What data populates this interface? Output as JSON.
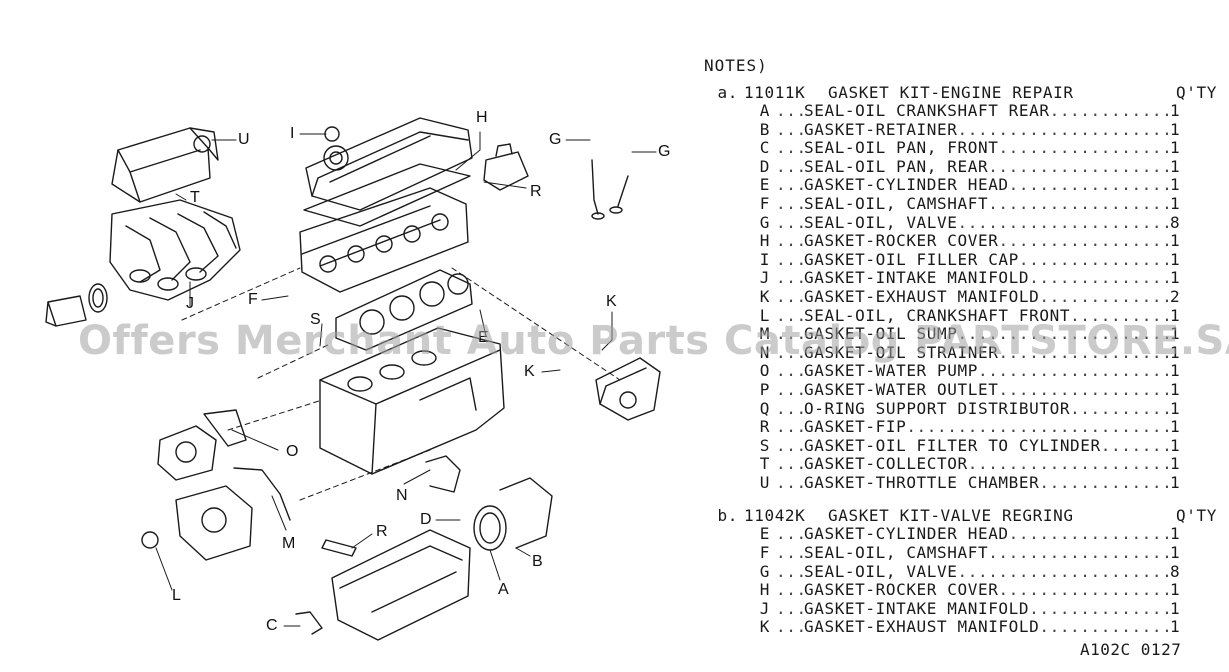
{
  "notes_title": "NOTES)",
  "kits": [
    {
      "index": "a.",
      "part_number": "11011K",
      "title": "GASKET KIT-ENGINE REPAIR",
      "qty_header": "Q'TY",
      "items": [
        {
          "code": "A",
          "desc": "SEAL-OIL CRANKSHAFT REAR",
          "qty": "1"
        },
        {
          "code": "B",
          "desc": "GASKET-RETAINER",
          "qty": "1"
        },
        {
          "code": "C",
          "desc": "SEAL-OIL PAN, FRONT",
          "qty": "1"
        },
        {
          "code": "D",
          "desc": "SEAL-OIL PAN, REAR",
          "qty": "1"
        },
        {
          "code": "E",
          "desc": "GASKET-CYLINDER HEAD",
          "qty": "1"
        },
        {
          "code": "F",
          "desc": "SEAL-OIL, CAMSHAFT",
          "qty": "1"
        },
        {
          "code": "G",
          "desc": "SEAL-OIL, VALVE",
          "qty": "8"
        },
        {
          "code": "H",
          "desc": "GASKET-ROCKER COVER",
          "qty": "1"
        },
        {
          "code": "I",
          "desc": "GASKET-OIL FILLER CAP",
          "qty": "1"
        },
        {
          "code": "J",
          "desc": "GASKET-INTAKE MANIFOLD",
          "qty": "1"
        },
        {
          "code": "K",
          "desc": "GASKET-EXHAUST MANIFOLD",
          "qty": "2"
        },
        {
          "code": "L",
          "desc": "SEAL-OIL, CRANKSHAFT FRONT",
          "qty": "1"
        },
        {
          "code": "M",
          "desc": "GASKET-OIL SUMP",
          "qty": "1"
        },
        {
          "code": "N",
          "desc": "GASKET-OIL STRAINER",
          "qty": "1"
        },
        {
          "code": "O",
          "desc": "GASKET-WATER PUMP",
          "qty": "1"
        },
        {
          "code": "P",
          "desc": "GASKET-WATER OUTLET",
          "qty": "1"
        },
        {
          "code": "Q",
          "desc": "O-RING SUPPORT DISTRIBUTOR",
          "qty": "1"
        },
        {
          "code": "R",
          "desc": "GASKET-FIP",
          "qty": "1"
        },
        {
          "code": "S",
          "desc": "GASKET-OIL FILTER TO CYLINDER",
          "qty": "1"
        },
        {
          "code": "T",
          "desc": "GASKET-COLLECTOR",
          "qty": "1"
        },
        {
          "code": "U",
          "desc": "GASKET-THROTTLE CHAMBER",
          "qty": "1"
        }
      ]
    },
    {
      "index": "b.",
      "part_number": "11042K",
      "title": "GASKET KIT-VALVE REGRING",
      "qty_header": "Q'TY",
      "items": [
        {
          "code": "E",
          "desc": "GASKET-CYLINDER HEAD",
          "qty": "1"
        },
        {
          "code": "F",
          "desc": "SEAL-OIL, CAMSHAFT",
          "qty": "1"
        },
        {
          "code": "G",
          "desc": "SEAL-OIL, VALVE",
          "qty": "8"
        },
        {
          "code": "H",
          "desc": "GASKET-ROCKER COVER",
          "qty": "1"
        },
        {
          "code": "J",
          "desc": "GASKET-INTAKE MANIFOLD",
          "qty": "1"
        },
        {
          "code": "K",
          "desc": "GASKET-EXHAUST MANIFOLD",
          "qty": "1"
        }
      ]
    }
  ],
  "callouts": {
    "U": "U",
    "T": "T",
    "I": "I",
    "H": "H",
    "G1": "G",
    "G2": "G",
    "R1": "R",
    "J": "J",
    "F": "F",
    "S": "S",
    "K1": "K",
    "K2": "K",
    "E": "E",
    "O": "O",
    "N": "N",
    "D": "D",
    "M": "M",
    "R2": "R",
    "B": "B",
    "A": "A",
    "L": "L",
    "C": "C"
  },
  "watermark": "Offers Merchant Auto Parts Catalog PARTSTORE.SA",
  "reference": "A102C 0127"
}
